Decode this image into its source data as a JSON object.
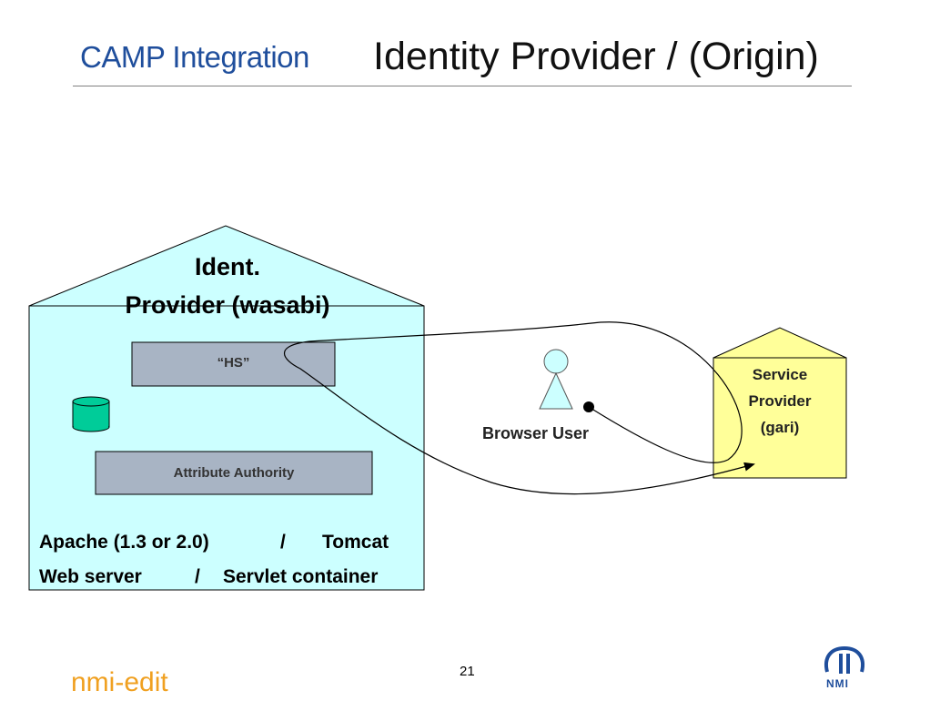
{
  "header": {
    "section_label": "CAMP Integration",
    "title": "Identity Provider / (Origin)"
  },
  "identity_provider": {
    "title_line1": "Ident.",
    "title_line2": "Provider (wasabi)",
    "hs_label": "“HS”",
    "attribute_authority_label": "Attribute Authority",
    "server_line1_a": "Apache (1.3 or 2.0)",
    "server_line1_sep": "/",
    "server_line1_b": "Tomcat",
    "server_line2_a": "Web server",
    "server_line2_sep": "/",
    "server_line2_b": "Servlet container"
  },
  "browser_user": {
    "label": "Browser User"
  },
  "service_provider": {
    "line1": "Service",
    "line2": "Provider",
    "line3": "(gari)"
  },
  "footer": {
    "brand": "nmi-edit",
    "page_number": "21",
    "logo_text": "NMI"
  },
  "colors": {
    "idp_fill": "#ccffff",
    "hs_box_fill": "#a8b4c4",
    "database_fill": "#00cc99",
    "user_fill": "#ccffff",
    "sp_fill": "#ffff99",
    "header_blue": "#1f4e9c",
    "footer_orange": "#f0a020"
  }
}
